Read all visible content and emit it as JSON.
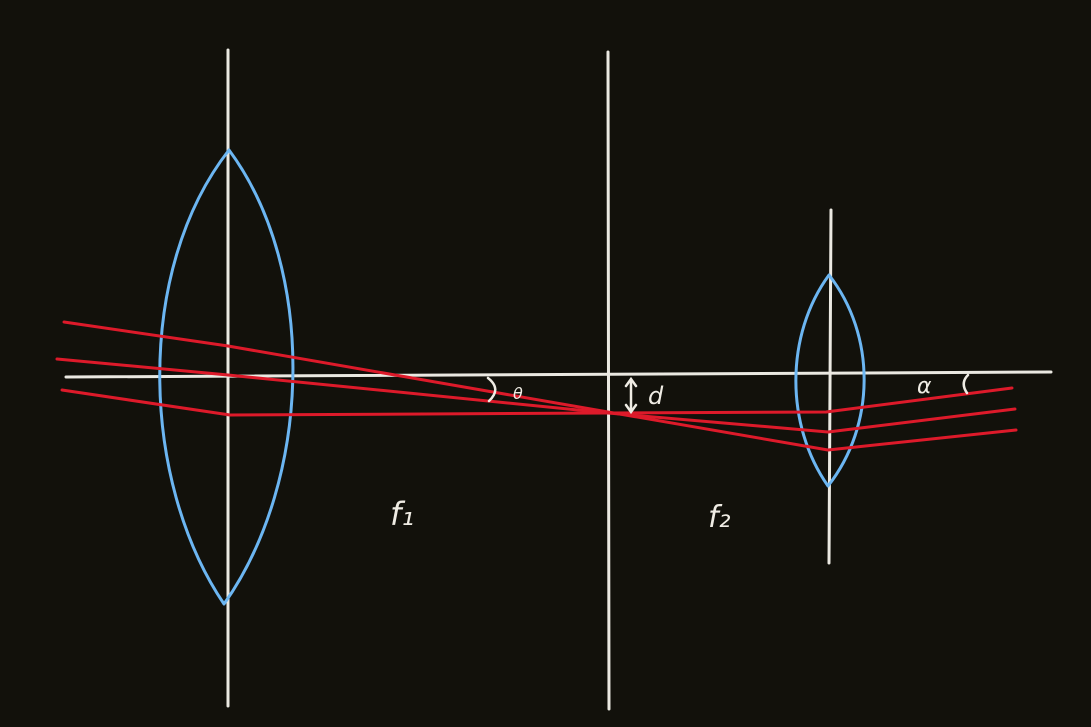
{
  "diagram": {
    "background_color": "#12110b",
    "colors": {
      "axis": "#ebe9e2",
      "lens": "#6cb6f2",
      "ray": "#dd1a2a",
      "text": "#efece4"
    },
    "labels": {
      "theta": "θ",
      "d": "d",
      "alpha": "α",
      "f1": "f₁",
      "f2": "f₂"
    }
  }
}
